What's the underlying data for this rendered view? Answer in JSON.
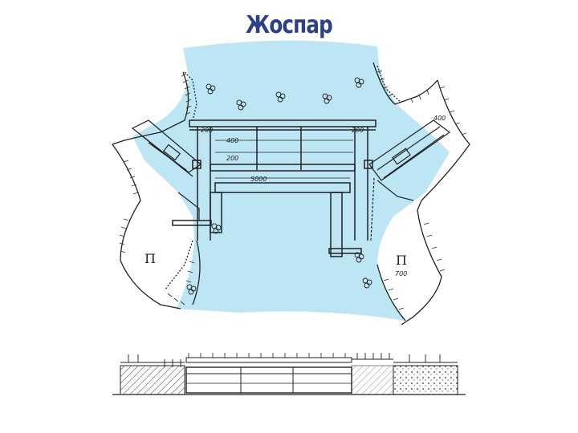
{
  "title": "Жоспар",
  "colors": {
    "title": "#2b3f8a",
    "water": "#bde6f4",
    "line": "#222222",
    "page": "#ffffff"
  },
  "plan": {
    "span_dimension": "5000",
    "section_left": "П",
    "section_right": "П",
    "right_dimension": "700",
    "left_small_dims": [
      "200",
      "400",
      "200"
    ],
    "right_small_dims": [
      "200",
      "400"
    ]
  }
}
